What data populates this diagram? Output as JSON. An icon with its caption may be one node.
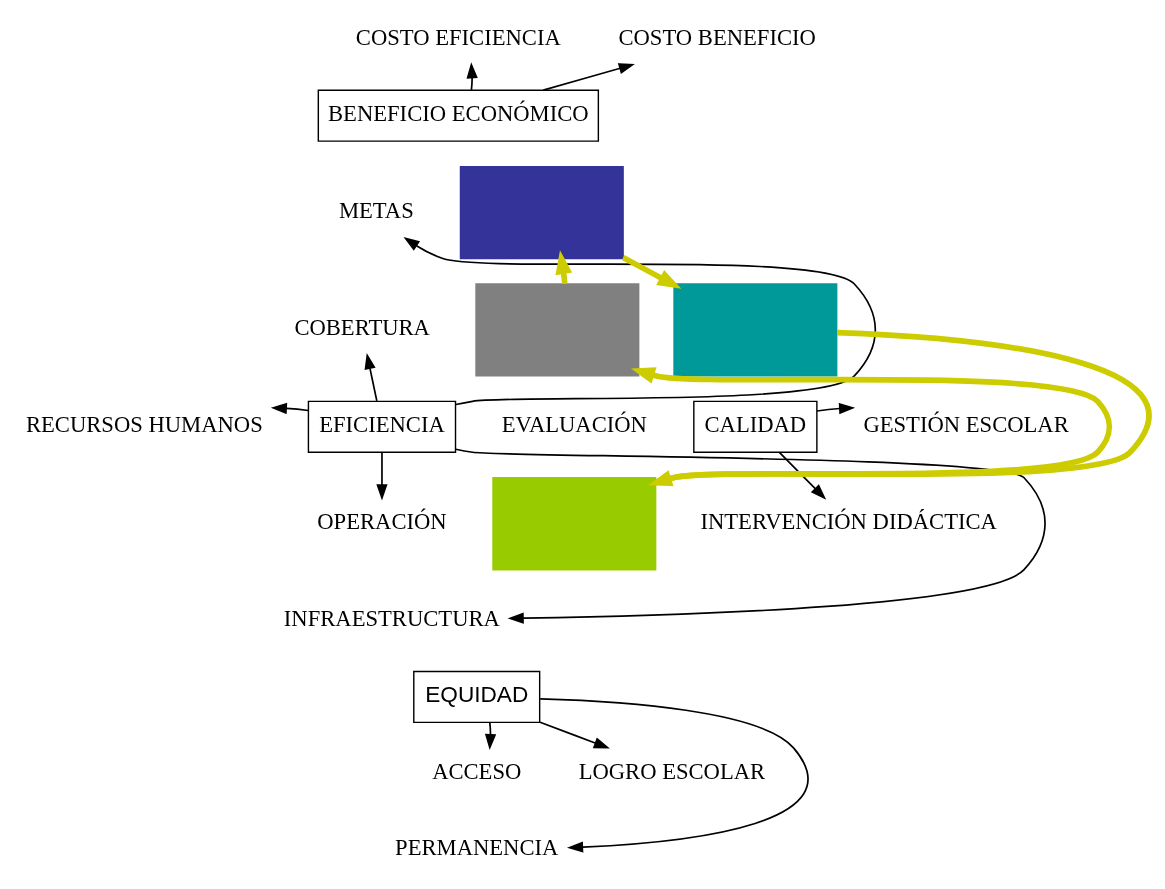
{
  "diagram": {
    "nodes": [
      {
        "text": [
          "COSTO EFICIENCIA"
        ]
      },
      {
        "text": [
          "COSTO BENEFICIO"
        ]
      },
      {
        "text": [
          "BENEFICIO ECONÓMICO"
        ]
      },
      {
        "text": [
          "METAS"
        ]
      },
      {
        "text": [
          "EFICIENCIA"
        ]
      },
      {
        "text": [],
        "shape": "box"
      },
      {
        "text": [
          "CALIDAD"
        ]
      },
      {
        "text": [
          "COBERTURA"
        ]
      },
      {
        "text": [],
        "shape": "box"
      },
      {
        "text": [],
        "shape": "box"
      },
      {
        "text": [
          "GESTIÓN ESCOLAR"
        ]
      },
      {
        "text": [
          "RECURSOS HUMANOS"
        ]
      },
      {
        "text": [
          "EVALUACIÓN"
        ]
      },
      {
        "text": [
          "INTERVENCIÓN DIDÁCTICA"
        ]
      },
      {
        "text": [
          "OPERACIÓN"
        ]
      },
      {
        "text": [],
        "shape": "box"
      },
      {
        "text": [
          "INFRAESTRUCTURA"
        ]
      },
      {
        "text": [
          "EQUIDAD"
        ]
      },
      {
        "text": [
          "ACCESO"
        ]
      },
      {
        "text": [
          "LOGRO ESCOLAR"
        ]
      },
      {
        "text": [
          "PERMANENCIA"
        ]
      }
    ],
    "edges": [
      {
        "from": 2,
        "to": 0,
        "arrow": "to"
      },
      {
        "from": 2,
        "to": 1,
        "arrow": "to"
      },
      {
        "from": 5,
        "to": 9,
        "arrow": "to",
        "style": "thick",
        "color": "#cccc00"
      },
      {
        "from": 9,
        "to": 15,
        "arrow": "to",
        "style": "thick",
        "color": "#cccc00"
      },
      {
        "from": 15,
        "to": 8,
        "arrow": "to",
        "style": "thick",
        "color": "#cccc00"
      },
      {
        "from": 8,
        "to": 5,
        "arrow": "to",
        "style": "thick",
        "color": "#cccc00"
      },
      {
        "from": 4,
        "to": 3,
        "arrow": "to"
      },
      {
        "from": 4,
        "to": 7,
        "arrow": "to"
      },
      {
        "from": 4,
        "to": 11,
        "arrow": "to"
      },
      {
        "from": 4,
        "to": 14,
        "arrow": "to"
      },
      {
        "from": 4,
        "to": 16,
        "arrow": "to"
      },
      {
        "from": 6,
        "to": 10,
        "arrow": "to"
      },
      {
        "from": 6,
        "to": 13,
        "arrow": "to"
      },
      {
        "from": 17,
        "to": 18,
        "arrow": "to"
      },
      {
        "from": 17,
        "to": 20,
        "arrow": "to"
      },
      {
        "from": 17,
        "to": 19,
        "arrow": "to"
      }
    ]
  }
}
